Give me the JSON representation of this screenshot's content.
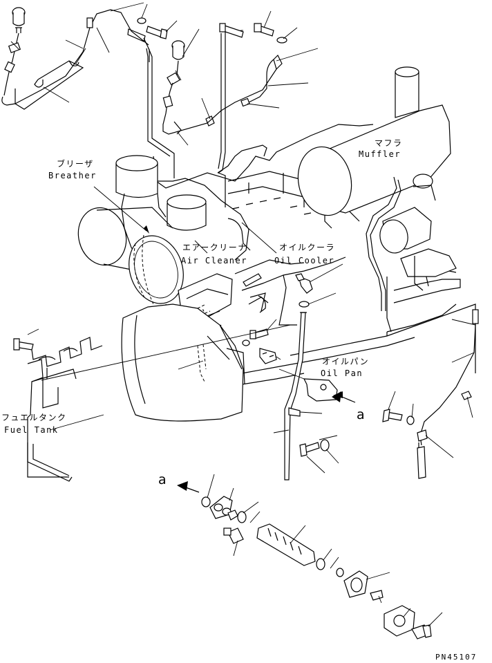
{
  "labels": {
    "breather_jp": "ブリーザ",
    "breather_en": "Breather",
    "muffler_jp": "マフラ",
    "muffler_en": "Muffler",
    "air_cleaner_jp": "エアークリーナ",
    "air_cleaner_en": "Air Cleaner",
    "oil_cooler_jp": "オイルクーラ",
    "oil_cooler_en": "Oil Cooler",
    "oil_pan_jp": "オイルパン",
    "oil_pan_en": "Oil Pan",
    "fuel_tank_jp": "フュエルタンク",
    "fuel_tank_en": "Fuel Tank"
  },
  "view_refs": {
    "upper": "a",
    "lower": "a"
  },
  "part_number": "PN45107"
}
